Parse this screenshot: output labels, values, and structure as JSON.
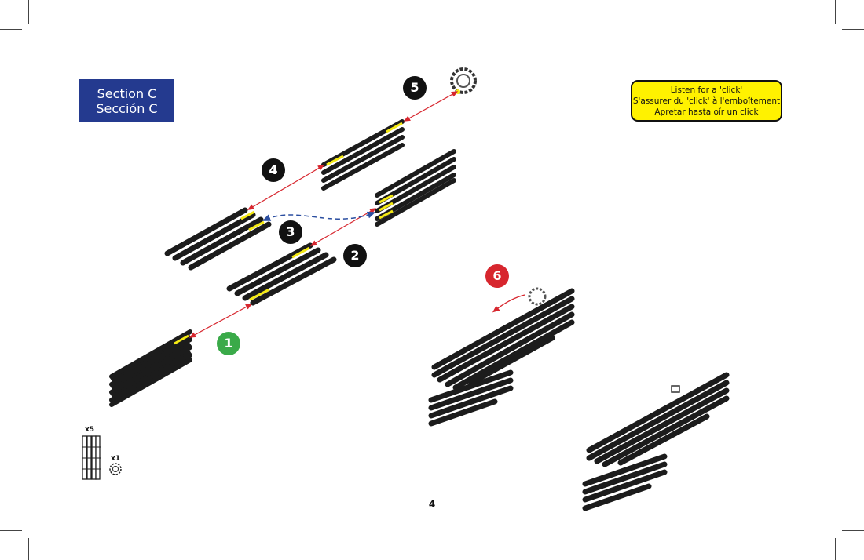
{
  "section": {
    "line1": "Section C",
    "line2": "Sección C",
    "color": "#243a8f"
  },
  "note": {
    "line1": "Listen for a 'click'",
    "line2": "S'assurer du 'click' à l'emboîtement",
    "line3": "Apretar hasta oír un click",
    "color": "#fff200"
  },
  "steps": [
    {
      "label": "1",
      "color": "#3aaa49"
    },
    {
      "label": "2",
      "color": "#111111"
    },
    {
      "label": "3",
      "color": "#111111"
    },
    {
      "label": "4",
      "color": "#111111"
    },
    {
      "label": "5",
      "color": "#111111"
    },
    {
      "label": "6",
      "color": "#d7262e"
    }
  ],
  "parts": {
    "rails_qty": "x5",
    "connector_qty": "x1"
  },
  "page_number": "4",
  "colors": {
    "piece": "#1c1c1c",
    "arrow_red": "#d7262e",
    "arrow_blue": "#2b4ea0",
    "highlight": "#f5ea14"
  }
}
